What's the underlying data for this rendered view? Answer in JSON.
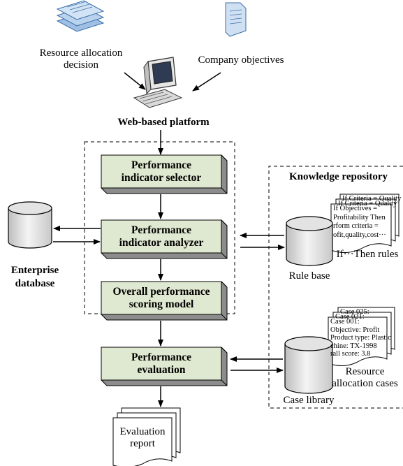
{
  "inputs": {
    "resource_decision": [
      "Resource allocation",
      "decision"
    ],
    "company_objectives": "Company objectives"
  },
  "platform": {
    "label": "Web-based platform"
  },
  "modules": {
    "selector": [
      "Performance",
      "indicator selector"
    ],
    "analyzer": [
      "Performance",
      "indicator analyzer"
    ],
    "scoring": [
      "Overall performance",
      "scoring model"
    ],
    "evaluation": [
      "Performance",
      "evaluation"
    ]
  },
  "enterprise_db": {
    "label": [
      "Enterprise",
      "database"
    ]
  },
  "knowledge_repository": {
    "title": "Knowledge repository",
    "rule_base": {
      "label": "Rule base",
      "cards_label": "If···Then rules",
      "card_back2": "If Criteria = Quality",
      "card_back1": "If Criteria = Quality",
      "card_front": [
        "If Objectives =",
        "Profitability Then",
        "rform criteria =",
        "ofit,quality,cost···"
      ]
    },
    "case_library": {
      "label": "Case library",
      "cards_label": [
        "Resource",
        "allocation cases"
      ],
      "card_back2": "Case 025:",
      "card_back1": "Case 021:",
      "card_front": [
        "Case 001:",
        "Objective: Profit",
        "Product type: Plastic",
        "chine: TX-1998",
        "rall score: 3.8"
      ]
    }
  },
  "report": {
    "label": [
      "Evaluation",
      "report"
    ]
  },
  "colors": {
    "box_fill": "#dfe8d0",
    "box_shadow": "#8c8c8c",
    "doc_blue": "#5b8fc7"
  }
}
